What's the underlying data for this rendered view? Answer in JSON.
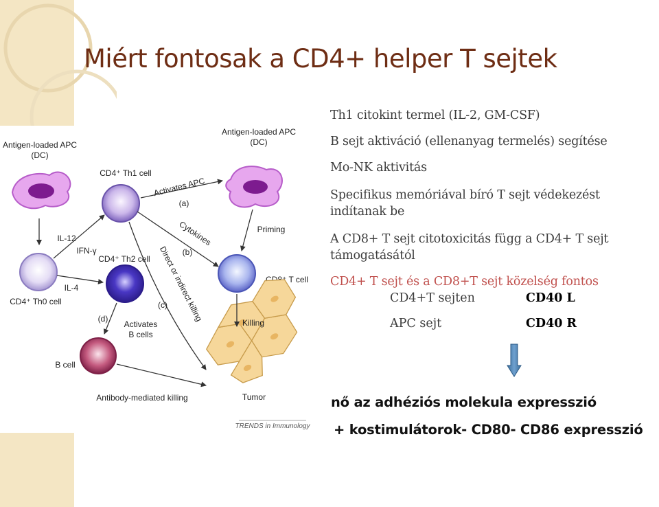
{
  "title": "Miért fontosak a CD4+ helper T sejtek",
  "bullets": [
    "Th1 citokint termel (IL-2, GM-CSF)",
    "B sejt aktiváció (ellenanyag termelés) segítése",
    "Mo-NK aktivitás",
    "Specifikus memóriával bíró T sejt védekezést",
    "indítanak be",
    "A CD8+ T sejt citotoxicitás függ a CD4+ T sejt",
    "támogatásától",
    "CD4+ T sejt és a CD8+T sejt közelség fontos"
  ],
  "pairs": [
    {
      "left": "CD4+T sejten",
      "right": "CD40 L"
    },
    {
      "left": "APC sejt",
      "right": "CD40 R"
    }
  ],
  "footer": [
    "nő az adhéziós molekula expresszió",
    "+ kostimulátorok- CD80- CD86 expresszió"
  ],
  "colors": {
    "title": "#6e2d14",
    "highlight": "#c0504d",
    "arrow": "#4f81bd",
    "band": "#f4e6c4"
  },
  "diagram": {
    "labels": {
      "apc_left": [
        "Antigen-loaded APC",
        "(DC)"
      ],
      "apc_right": [
        "Antigen-loaded APC",
        "(DC)"
      ],
      "th1": "CD4⁺ Th1 cell",
      "th2": "CD4⁺ Th2 cell",
      "th0": "CD4⁺ Th0 cell",
      "cd8": "CD8⁺ T cell",
      "bcell": "B cell",
      "tumor": "Tumor",
      "activates_apc": "Activates APC",
      "a": "(a)",
      "b": "(b)",
      "c": "(c)",
      "d": "(d)",
      "cytokines": "Cytokines",
      "direct": "Direct or indirect killing",
      "priming": "Priming",
      "killing": "Killing",
      "activates_b": [
        "Activates",
        "B cells"
      ],
      "il12": "IL-12",
      "ifn": "IFN-γ",
      "il4": "IL-4",
      "ab_killing": "Antibody-mediated killing",
      "credit": "TRENDS in Immunology"
    }
  }
}
